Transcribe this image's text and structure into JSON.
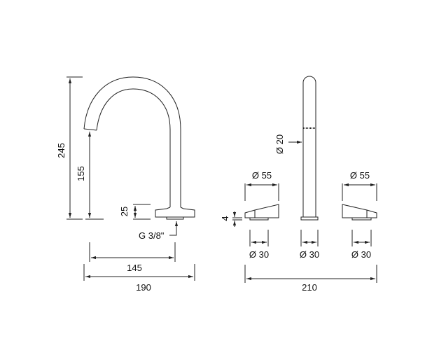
{
  "drawing": {
    "spout": {
      "height_total": "245",
      "height_outlet": "155",
      "base_height": "25",
      "thread": "G 3/8\"",
      "reach": "145",
      "width": "190"
    },
    "handshower": {
      "diameter": "Ø 20",
      "base_diameter": "Ø 30"
    },
    "handles": {
      "left_diameter": "Ø 55",
      "right_diameter": "Ø 55",
      "height": "4",
      "left_base_diameter": "Ø 30",
      "right_base_diameter": "Ø 30"
    },
    "spacing": "210"
  }
}
